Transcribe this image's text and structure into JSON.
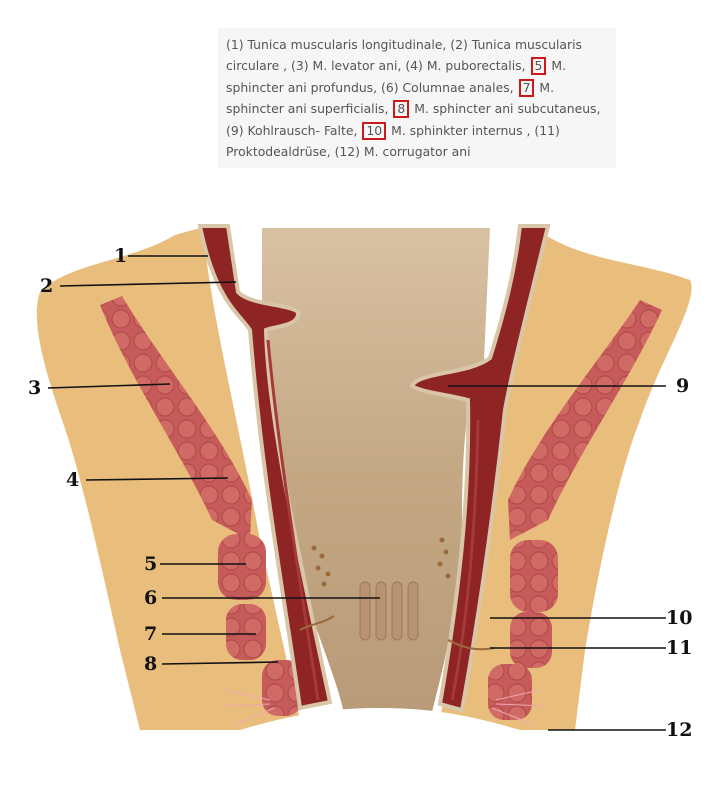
{
  "legend": {
    "text_parts": [
      "(1) Tunica muscularis longitudinale, (2) Tunica muscularis circulare , (3) M. levator ani, (4) M. puborectalis,",
      "M. sphincter ani profundus, (6) Columnae anales,",
      "M. sphincter ani superficialis,",
      "M. sphincter ani subcutaneus, (9) Kohlrausch- Falte,",
      "M. sphinkter internus , (11) Proktodealdrüse, (12) M. corrugator ani"
    ],
    "highlighted": [
      "5",
      "7",
      "8",
      "10"
    ],
    "highlight_color": "#cc1a1a"
  },
  "labels": [
    "1",
    "2",
    "3",
    "4",
    "5",
    "6",
    "7",
    "8",
    "9",
    "10",
    "11",
    "12"
  ],
  "colors": {
    "fat": "#e9be7c",
    "muscle": "#c75b5b",
    "muscle_dark": "#8e2424",
    "mucosa": "#d9c6a8",
    "lumen": "#c6ac8a",
    "leader_line": "#111111"
  }
}
